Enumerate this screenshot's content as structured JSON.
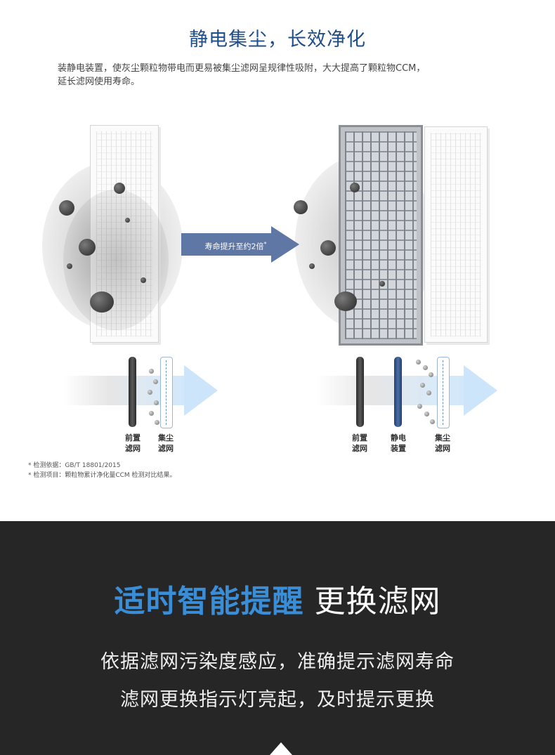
{
  "section1": {
    "title": "静电集尘，长效净化",
    "desc_line1": "装静电装置，使灰尘颗粒物带电而更易被集尘滤网呈规律性吸附，大大提高了颗粒物CCM，",
    "desc_line2": "延长滤网使用寿命。"
  },
  "arrow": {
    "label": "寿命提升至约2倍",
    "marker": "*"
  },
  "left_diagram": {
    "captions": [
      "前置\n滤网",
      "集尘\n滤网"
    ]
  },
  "right_diagram": {
    "captions": [
      "前置\n滤网",
      "静电\n装置",
      "集尘\n滤网"
    ]
  },
  "notes": {
    "line1": "* 检测依据：GB/T 18801/2015",
    "line2": "* 检测项目：颗粒物累计净化量CCM 检测对比结果。"
  },
  "section2": {
    "headline_highlight": "适时智能提醒",
    "headline_rest": "更换滤网",
    "sub_line1": "依据滤网污染度感应，准确提示滤网寿命",
    "sub_line2": "滤网更换指示灯亮起，及时提示更换"
  },
  "colors": {
    "title_blue": "#1f4e8c",
    "arrow_blue": "#5f77a4",
    "headline_blue": "#3a8ed8",
    "dark_bg": "#262626"
  }
}
